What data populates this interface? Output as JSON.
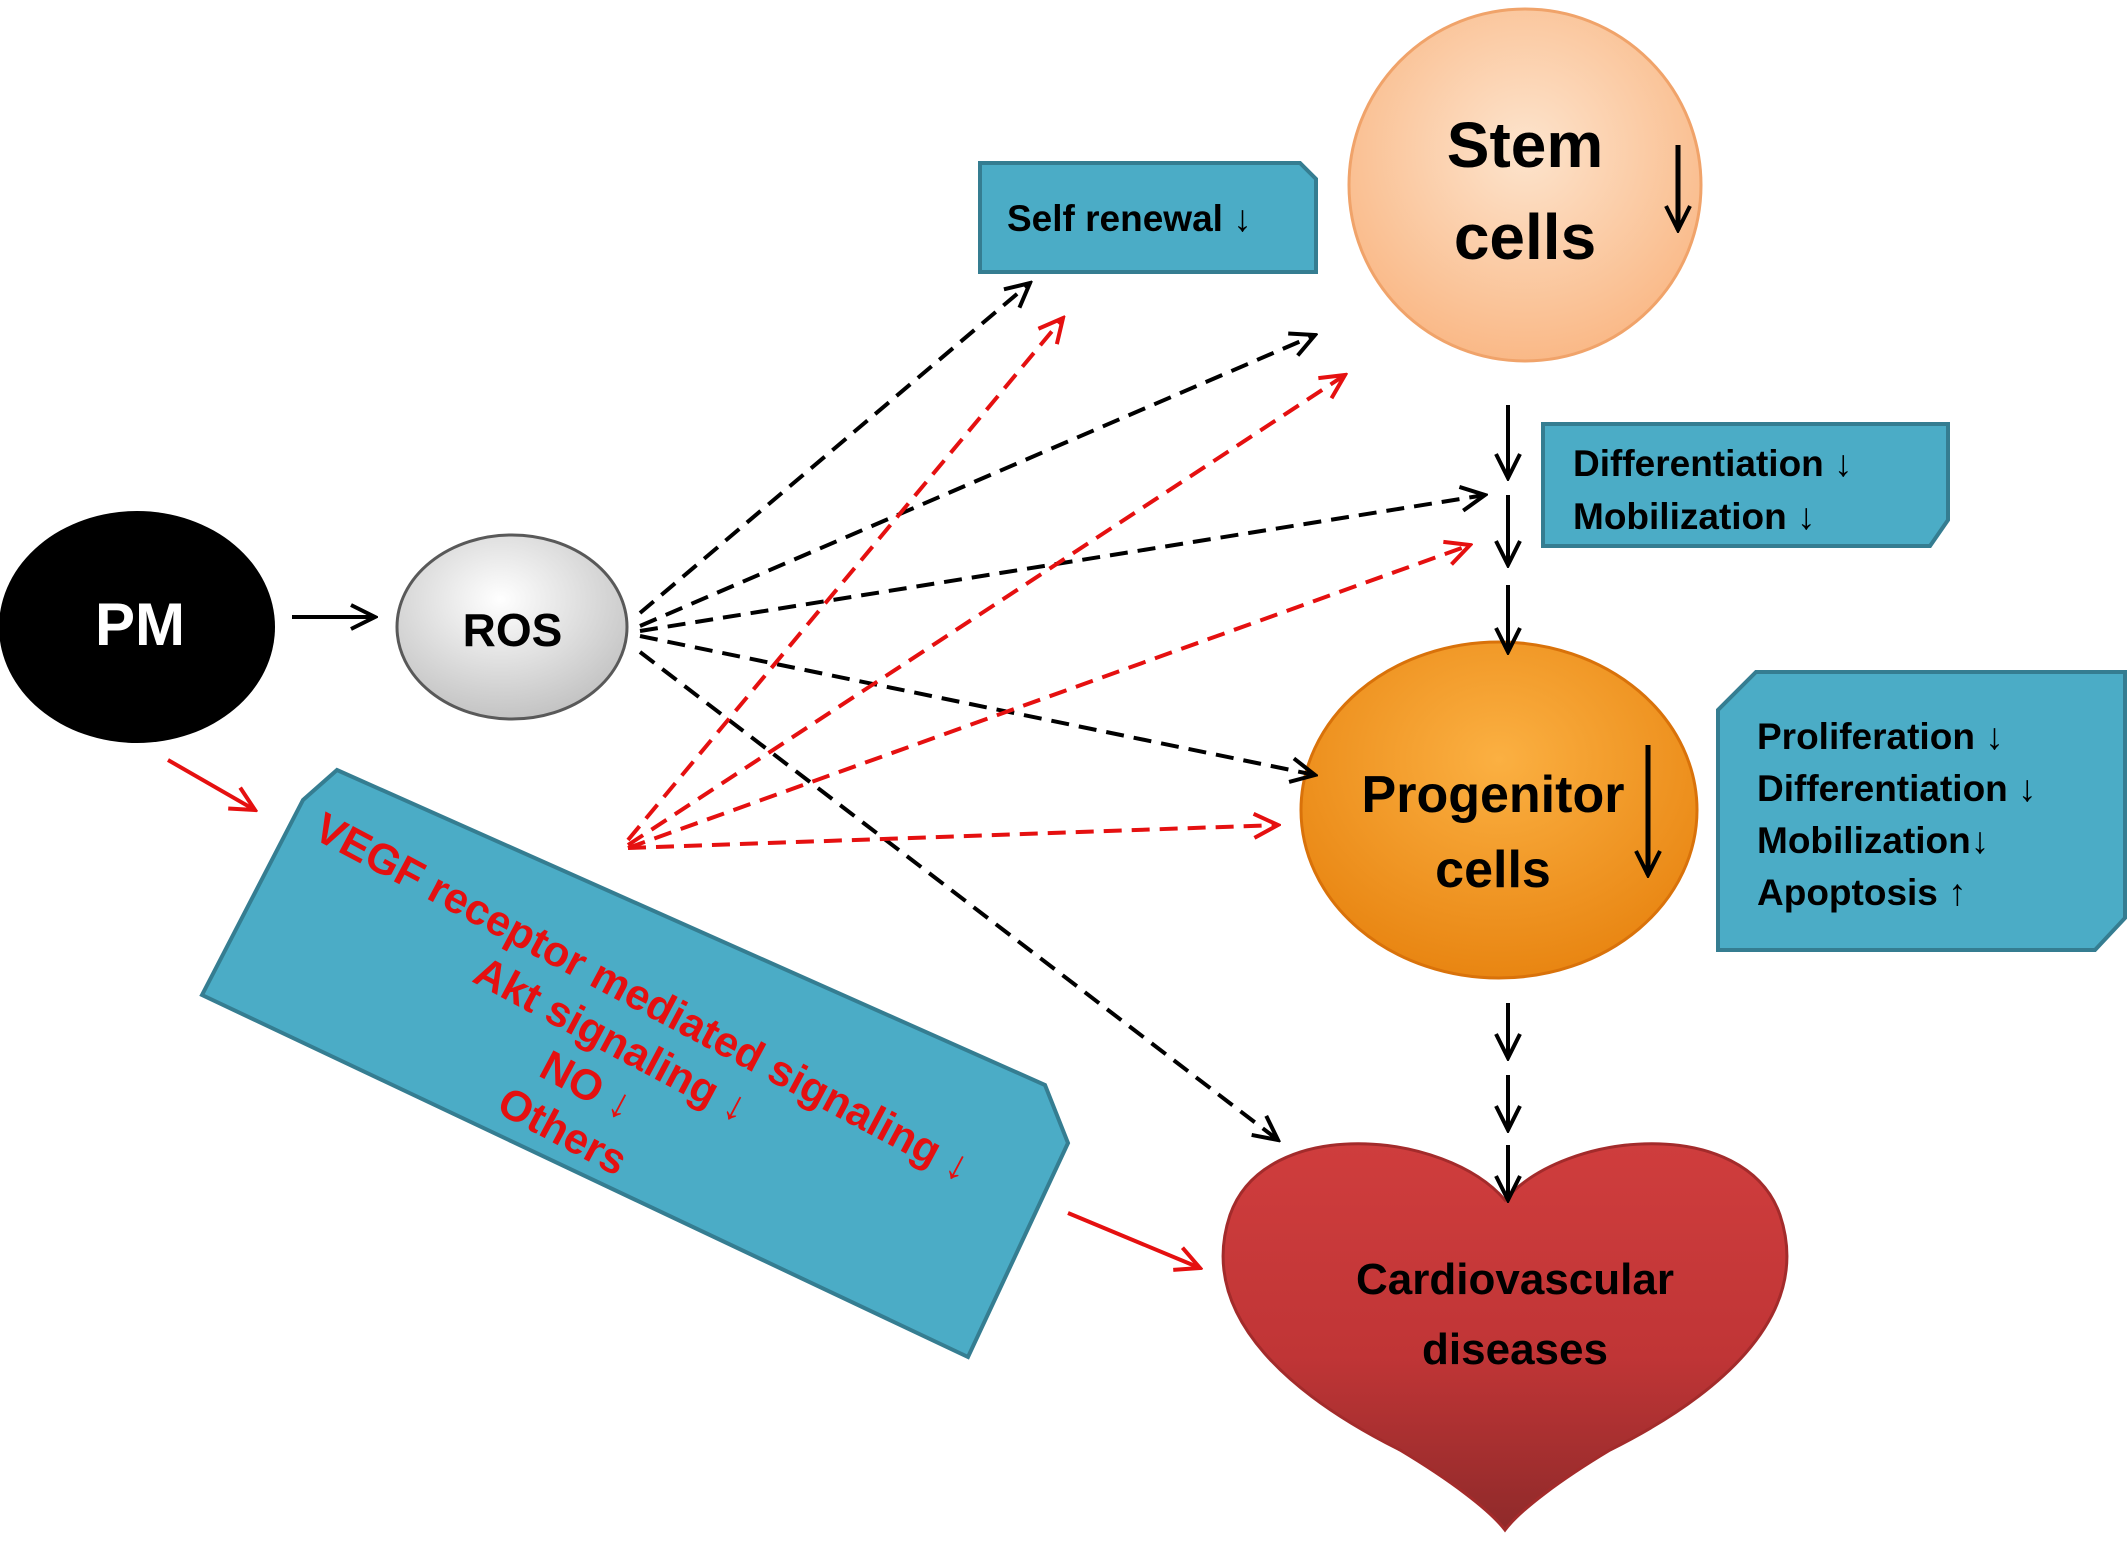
{
  "nodes": {
    "pm": "PM",
    "ros": "ROS",
    "stem_cells": {
      "line1": "Stem",
      "line2": "cells"
    },
    "progenitor_cells": {
      "line1": "Progenitor",
      "line2": "cells"
    },
    "cardiovascular_diseases": {
      "line1": "Cardiovascular",
      "line2": "diseases"
    }
  },
  "boxes": {
    "self_renewal": "Self renewal ↓",
    "stem_effects": [
      "Differentiation ↓",
      "Mobilization ↓"
    ],
    "progenitor_effects": [
      "Proliferation ↓",
      "Differentiation ↓",
      "Mobilization↓",
      "Apoptosis ↑"
    ],
    "vegf_signaling": [
      "VEGF receptor mediated signaling ↓",
      "Akt signaling ↓",
      "NO ↓",
      "Others"
    ]
  },
  "colors": {
    "box_fill": "#4bacc6",
    "box_stroke": "#357d91",
    "red_text": "#e51010",
    "pm_fill": "#000000",
    "ros_fill": "#d9d9d9",
    "stem_fill": "#fbc79a",
    "progenitor_fill": "#f59a2a",
    "heart_fill": "#c0393a"
  }
}
